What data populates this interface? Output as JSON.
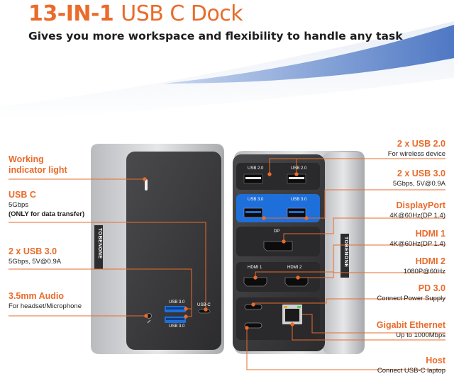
{
  "header": {
    "title_bold": "13-IN-1",
    "title_light": "USB C Dock",
    "subtitle": "Gives you more workspace and flexibility to handle any task"
  },
  "left_labels": [
    {
      "heading": "Working\nindicator light"
    },
    {
      "heading": "USB C",
      "sub": "5Gbps",
      "sub_bold": "(ONLY for data transfer)"
    },
    {
      "heading": "2 x USB 3.0",
      "sub": "5Gbps, 5V@0.9A"
    },
    {
      "heading": "3.5mm Audio",
      "sub": "For headset/Microphone"
    }
  ],
  "right_labels": [
    {
      "heading": "2 x USB 2.0",
      "sub": "For wireless device"
    },
    {
      "heading": "2 x USB 3.0",
      "sub": "5Gbps, 5V@0.9A"
    },
    {
      "heading": "DisplayPort",
      "sub": "4K@60Hz(DP 1.4)"
    },
    {
      "heading": "HDMI 1",
      "sub": "4K@60Hz(DP 1.4)"
    },
    {
      "heading": "HDMI 2",
      "sub": "1080P@60Hz"
    },
    {
      "heading": "PD 3.0",
      "sub": "Connect Power Supply"
    },
    {
      "heading": "Gigabit Ethernet",
      "sub": "Up to 1000Mbps"
    },
    {
      "heading": "Host",
      "sub": "Connect USB-C laptop"
    }
  ],
  "ports": {
    "front_usb3_top": "USB 3.0",
    "front_usb3_bottom": "USB 3.0",
    "front_usbc": "USB-C",
    "rear_usb2_left": "USB 2.0",
    "rear_usb2_right": "USB 2.0",
    "rear_usb3_left": "USB 3.0",
    "rear_usb3_right": "USB 3.0",
    "rear_dp": "DP",
    "rear_hdmi1": "HDMI 1",
    "rear_hdmi2": "HDMI 2"
  },
  "brand": "TOBENONE",
  "colors": {
    "accent": "#ea6b2a",
    "text": "#1e1e1e",
    "panel": "#3a3a3c",
    "usb3_blue": "#1e6fd9",
    "sky": "#5a82c8"
  }
}
